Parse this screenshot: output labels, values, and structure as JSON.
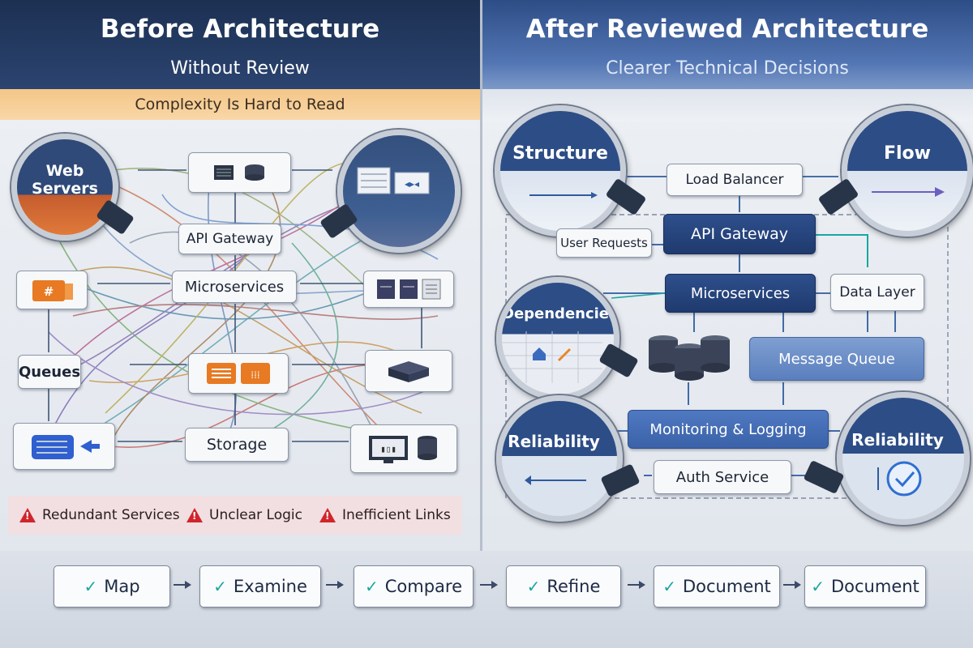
{
  "header": {
    "left_title": "Before Architecture",
    "left_subtitle": "Without Review",
    "right_title": "After Reviewed Architecture",
    "right_subtitle": "Clearer Technical Decisions",
    "band_text": "Complexity Is Hard to Read"
  },
  "before": {
    "web_servers": "Web Servers",
    "api_gateway": "API Gateway",
    "microservices": "Microservices",
    "queues": "Queues",
    "storage": "Storage"
  },
  "warnings": [
    "Redundant Services",
    "Unclear Logic",
    "Inefficient Links"
  ],
  "after": {
    "structure": "Structure",
    "flow": "Flow",
    "dependencies": "Dependencies",
    "reliability_left": "Reliability",
    "reliability_right": "Reliability",
    "load_balancer": "Load Balancer",
    "user_requests": "User Requests",
    "api_gateway": "API Gateway",
    "microservices": "Microservices",
    "data_layer": "Data Layer",
    "message_queue": "Message Queue",
    "monitoring": "Monitoring & Logging",
    "auth_service": "Auth Service"
  },
  "steps": [
    "Map",
    "Examine",
    "Compare",
    "Refine",
    "Document",
    "Document"
  ],
  "colors": {
    "header_dark": "#1c3052",
    "header_blue": "#2d4d86",
    "band_orange": "#f4c688",
    "warning_red": "#d0262b",
    "check_teal": "#1aa6a1"
  }
}
